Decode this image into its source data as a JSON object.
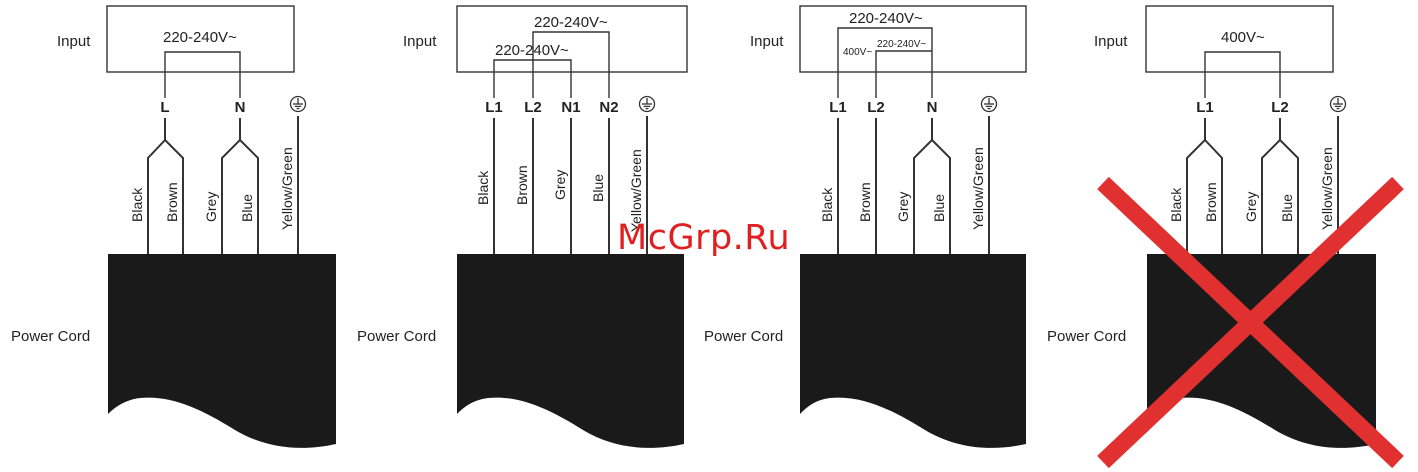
{
  "colors": {
    "line": "#333333",
    "cord": "#1a1a1a",
    "cross": "#e03030",
    "watermark": "#e02020"
  },
  "watermark": "McGrp.Ru",
  "icons": {
    "earth": "earth-ground-icon",
    "cross": "cross-out-icon"
  },
  "panels": [
    {
      "id": "p1",
      "input_label": "Input",
      "cord_label": "Power Cord",
      "voltages": [
        "220-240V~"
      ],
      "terminals": [
        "L",
        "N",
        "⏚"
      ],
      "wires": [
        "Black",
        "Brown",
        "Grey",
        "Blue",
        "Yellow/Green"
      ],
      "crossed": false
    },
    {
      "id": "p2",
      "input_label": "Input",
      "cord_label": "Power Cord",
      "voltages": [
        "220-240V~",
        "220-240V~"
      ],
      "terminals": [
        "L1",
        "L2",
        "N1",
        "N2",
        "⏚"
      ],
      "wires": [
        "Black",
        "Brown",
        "Grey",
        "Blue",
        "Yellow/Green"
      ],
      "crossed": false
    },
    {
      "id": "p3",
      "input_label": "Input",
      "cord_label": "Power Cord",
      "voltages": [
        "220-240V~",
        "400V~",
        "220-240V~"
      ],
      "terminals": [
        "L1",
        "L2",
        "N",
        "⏚"
      ],
      "wires": [
        "Black",
        "Brown",
        "Grey",
        "Blue",
        "Yellow/Green"
      ],
      "crossed": false
    },
    {
      "id": "p4",
      "input_label": "Input",
      "cord_label": "Power Cord",
      "voltages": [
        "400V~"
      ],
      "terminals": [
        "L1",
        "L2",
        "⏚"
      ],
      "wires": [
        "Black",
        "Brown",
        "Grey",
        "Blue",
        "Yellow/Green"
      ],
      "crossed": true
    }
  ]
}
